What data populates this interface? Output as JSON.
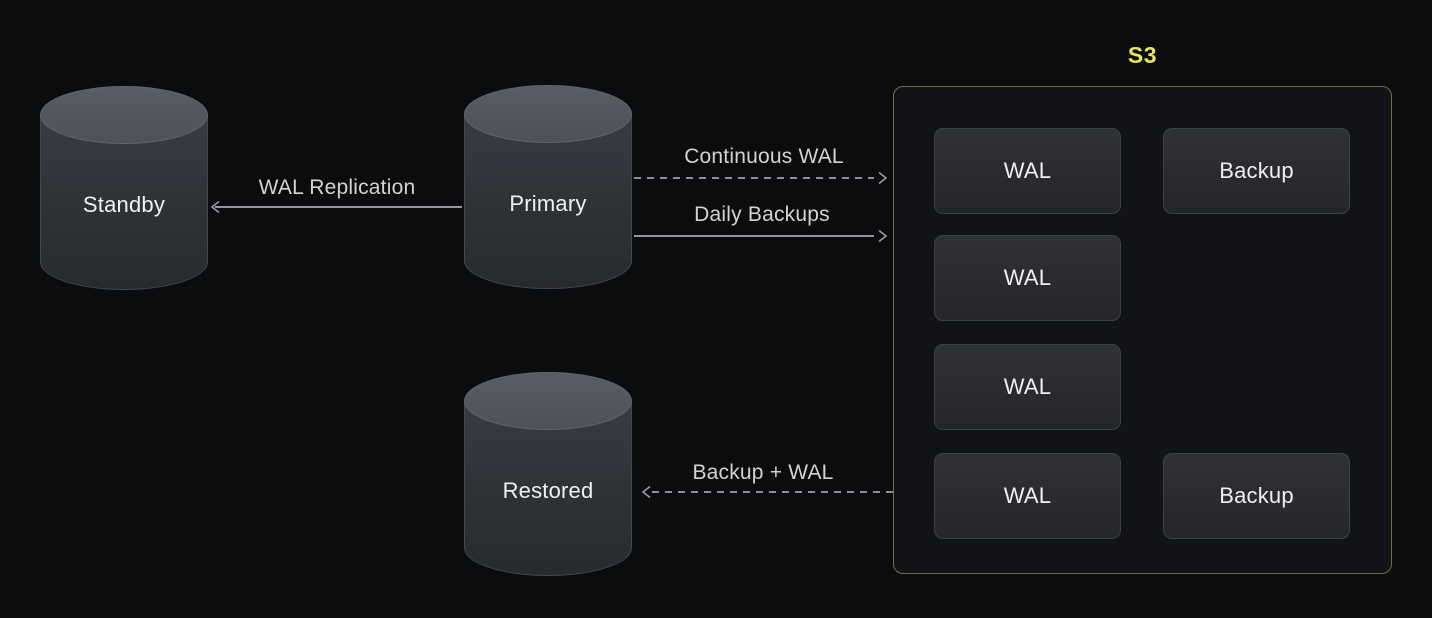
{
  "colors": {
    "background": "#0b0c0d",
    "s3_border": "#71703f",
    "s3_title_yellow": "#e8e35c",
    "cylinder_body": "#2e3136",
    "cylinder_top": "#54575d",
    "box_fill": "#26282c",
    "box_border": "#3e4145",
    "arrow_line": "#95979a",
    "arrow_label_text": "#d2d3d5",
    "node_label_text": "#eff0f1"
  },
  "nodes": {
    "standby": {
      "label": "Standby",
      "shape": "database-cylinder"
    },
    "primary": {
      "label": "Primary",
      "shape": "database-cylinder"
    },
    "restored": {
      "label": "Restored",
      "shape": "database-cylinder"
    }
  },
  "arrows": {
    "wal_replication": {
      "label": "WAL Replication",
      "style": "solid",
      "direction": "left",
      "from": "primary",
      "to": "standby"
    },
    "continuous_wal": {
      "label": "Continuous WAL",
      "style": "dashed",
      "direction": "right",
      "from": "primary",
      "to": "s3"
    },
    "daily_backups": {
      "label": "Daily Backups",
      "style": "solid",
      "direction": "right",
      "from": "primary",
      "to": "s3"
    },
    "backup_plus_wal": {
      "label": "Backup + WAL",
      "style": "dashed",
      "direction": "left",
      "from": "s3",
      "to": "restored"
    }
  },
  "s3": {
    "title": "S3",
    "rows": [
      {
        "wal": "WAL",
        "backup": "Backup"
      },
      {
        "wal": "WAL",
        "backup": null
      },
      {
        "wal": "WAL",
        "backup": null
      },
      {
        "wal": "WAL",
        "backup": "Backup"
      }
    ]
  }
}
